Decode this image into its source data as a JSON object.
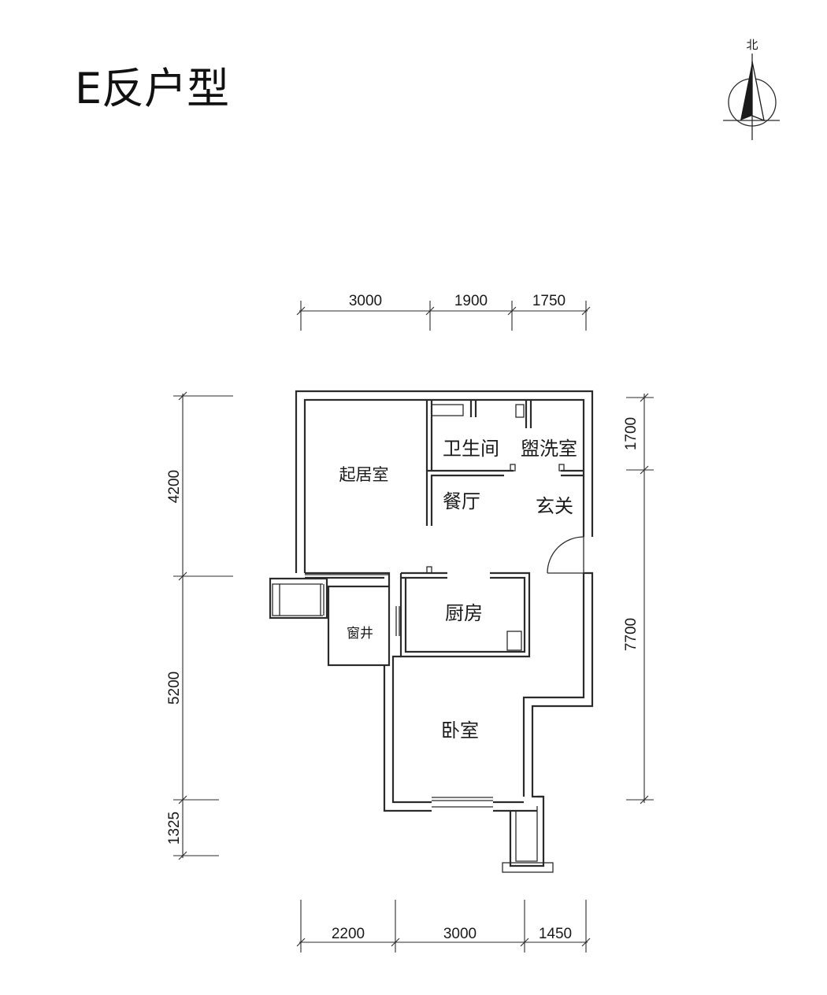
{
  "title": "E反户型",
  "compass": {
    "label": "北",
    "icon": "north-arrow-icon"
  },
  "rooms": {
    "living": "起居室",
    "bathroom": "卫生间",
    "washroom": "盥洗室",
    "dining": "餐厅",
    "foyer": "玄关",
    "kitchen": "厨房",
    "window_well": "窗井",
    "bedroom": "卧室"
  },
  "dimensions": {
    "top": [
      "3000",
      "1900",
      "1750"
    ],
    "bottom": [
      "2200",
      "3000",
      "1450"
    ],
    "left": [
      "4200",
      "5200",
      "1325"
    ],
    "right": [
      "1700",
      "7700"
    ]
  },
  "colors": {
    "line": "#2b2b2b",
    "text": "#1a1a1a",
    "background": "#ffffff"
  }
}
